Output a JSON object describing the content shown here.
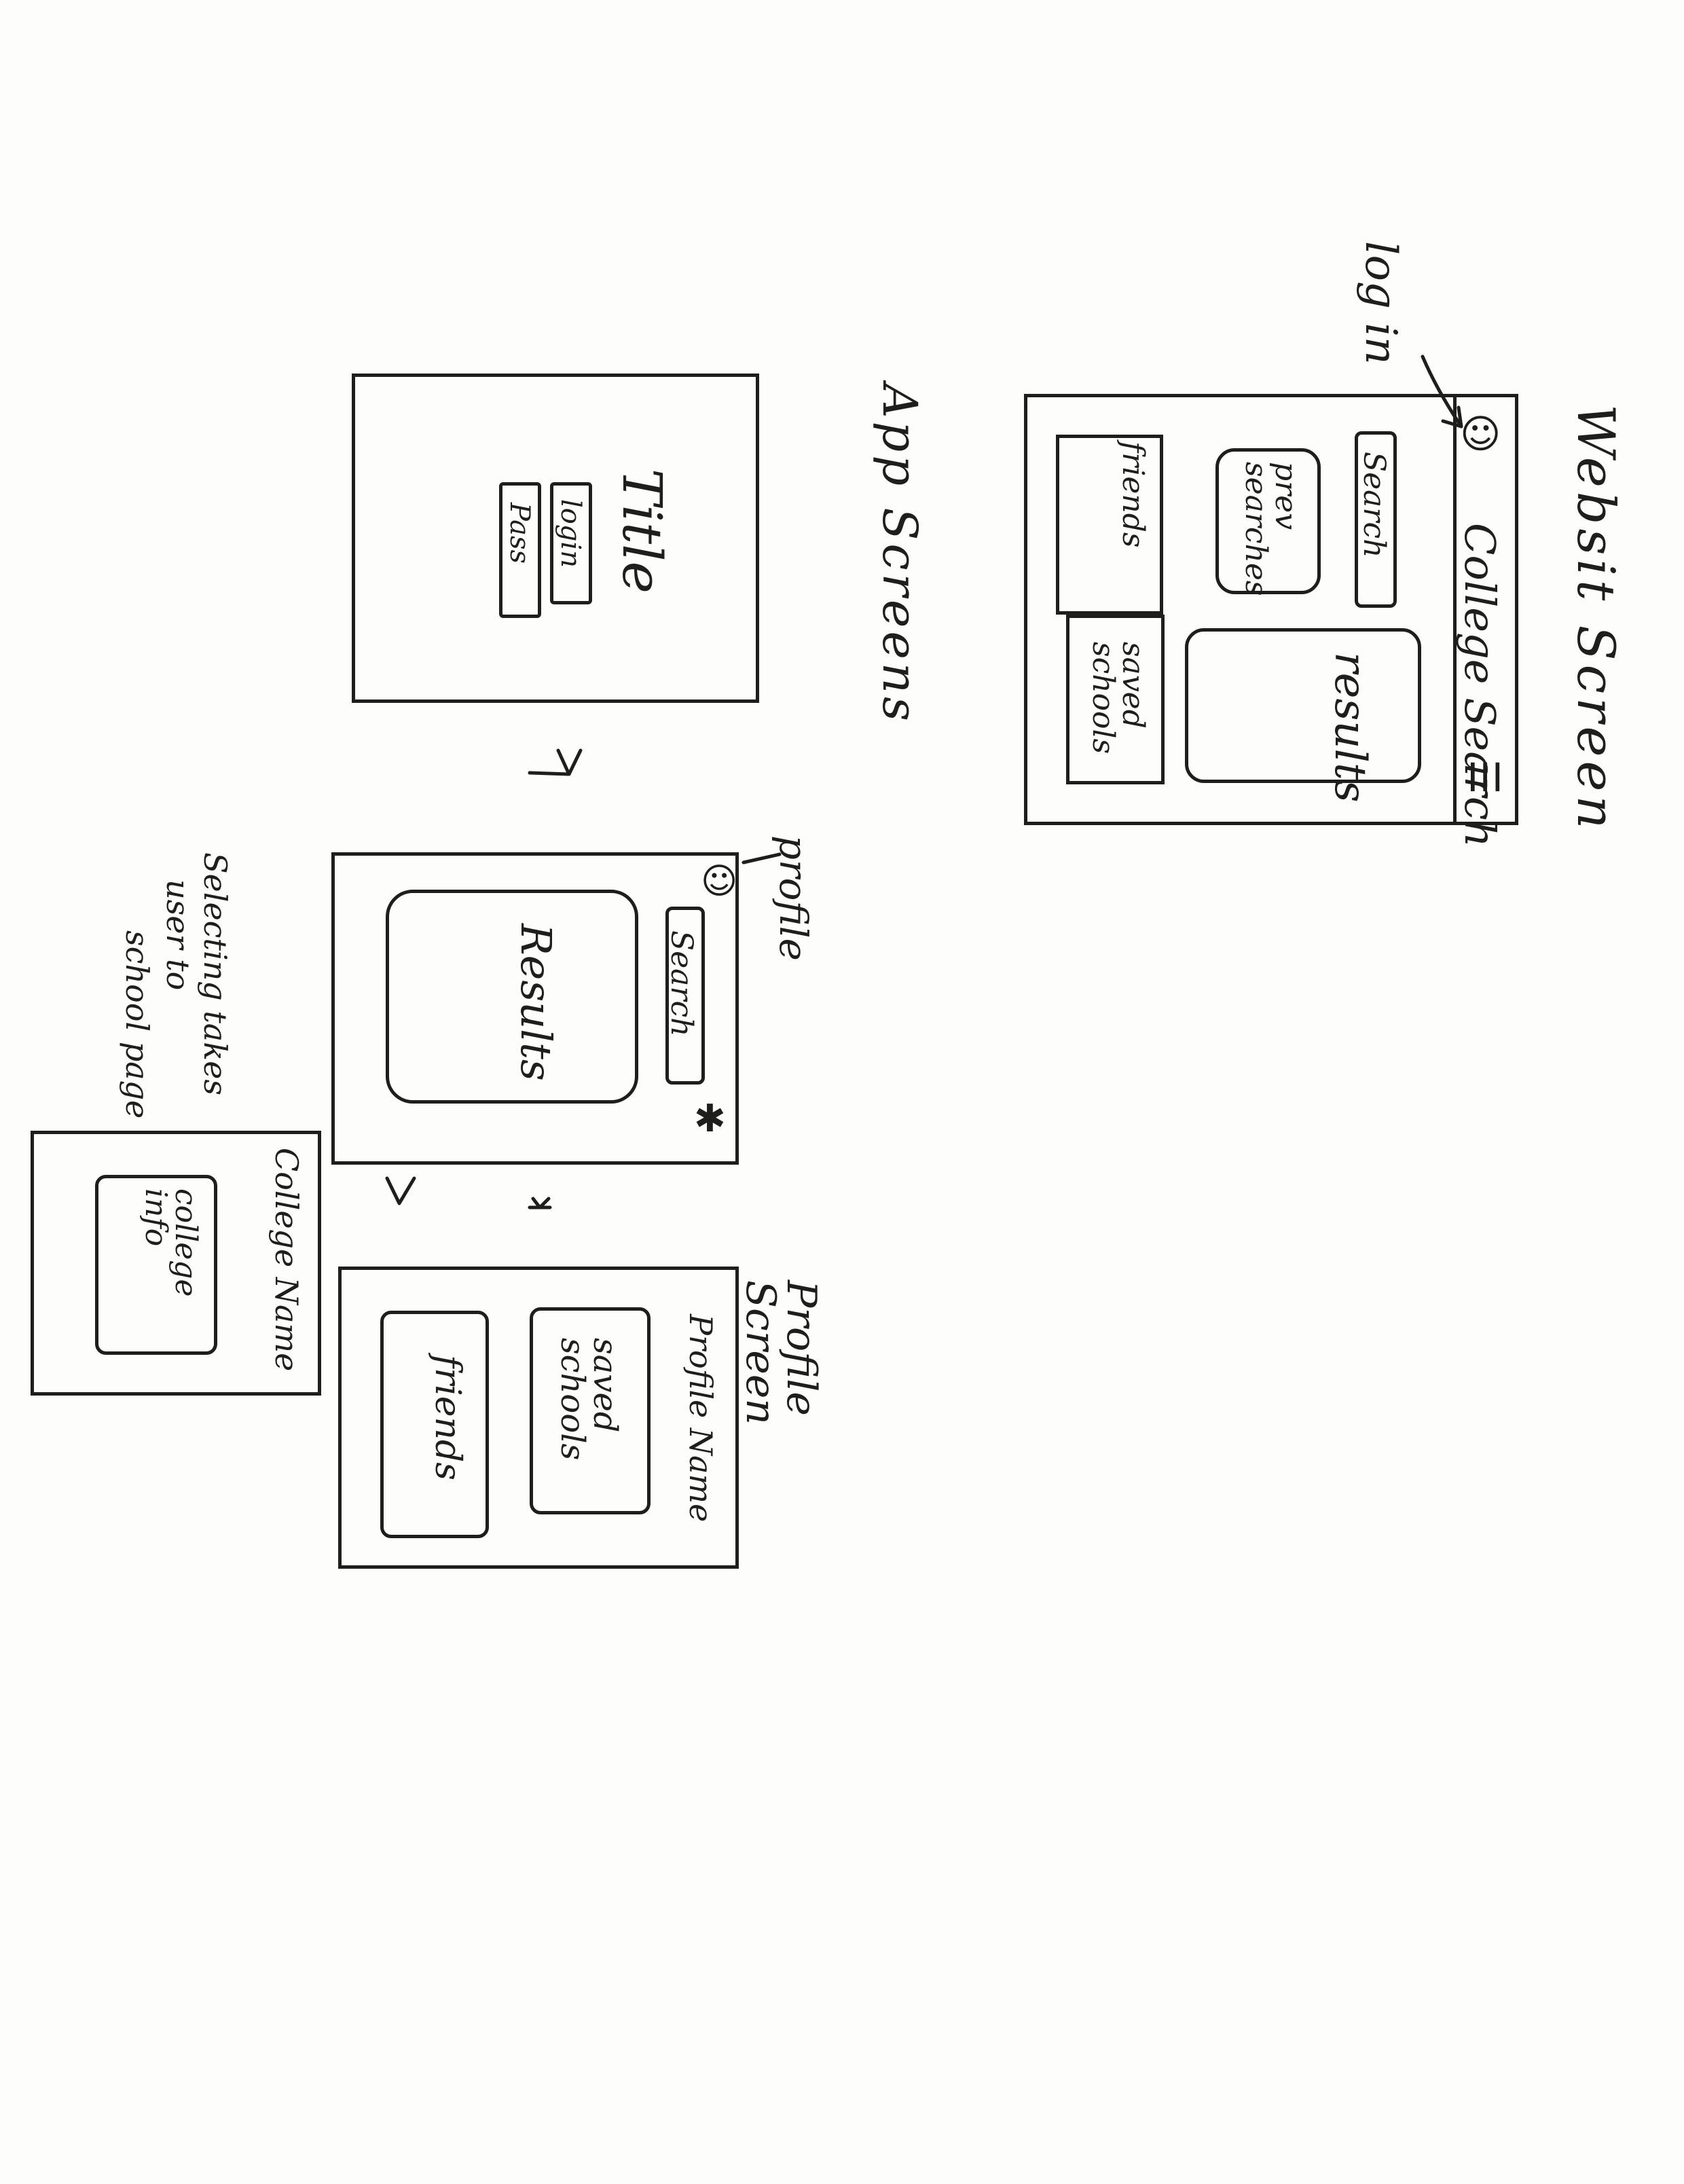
{
  "website": {
    "heading": "Websit Screen",
    "login_note": "log in",
    "header_title": "College Search",
    "search": "Search",
    "prev_searches": "prev searches",
    "results": "results",
    "friends": "friends",
    "saved_schools": "saved schools",
    "menu_icon": "hamburger-icon",
    "profile_icon": "profile-icon"
  },
  "app": {
    "heading": "App Screens",
    "login_screen": {
      "title": "Title",
      "login": "login",
      "pass": "Pass"
    },
    "results_screen": {
      "note": "profile",
      "search": "Search",
      "results": "Results",
      "star_icon": "asterisk-icon",
      "profile_icon": "profile-icon"
    },
    "selecting_note": [
      "Selecting takes",
      "user to",
      "school page"
    ],
    "college_screen": {
      "name": "College Name",
      "info": "college info"
    },
    "profile_screen": {
      "heading": "Profile Screen",
      "name": "Profile Name",
      "saved_schools": "saved schools",
      "friends": "friends"
    }
  }
}
